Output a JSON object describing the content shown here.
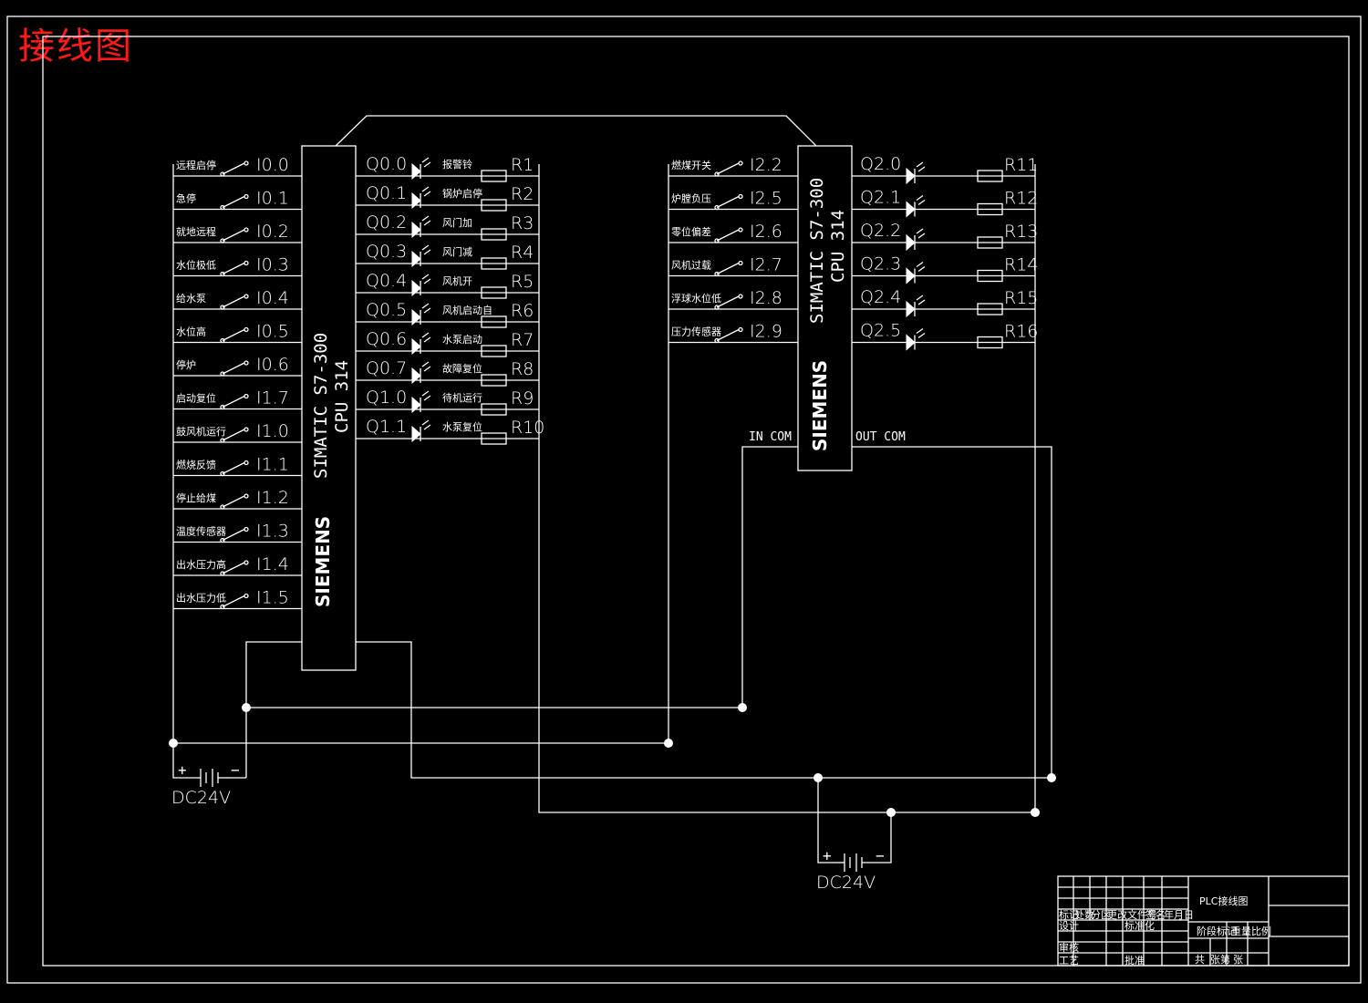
{
  "title": "接线图",
  "plc_left": {
    "model": "SIMATIC S7-300",
    "cpu": "CPU 314",
    "brand": "SIEMENS",
    "inputs": [
      {
        "label": "远程启停",
        "addr": "I0.0"
      },
      {
        "label": "急停",
        "addr": "I0.1"
      },
      {
        "label": "就地远程",
        "addr": "I0.2"
      },
      {
        "label": "水位极低",
        "addr": "I0.3"
      },
      {
        "label": "给水泵",
        "addr": "I0.4"
      },
      {
        "label": "水位高",
        "addr": "I0.5"
      },
      {
        "label": "停炉",
        "addr": "I0.6"
      },
      {
        "label": "启动复位",
        "addr": "I1.7"
      },
      {
        "label": "鼓风机运行",
        "addr": "I1.0"
      },
      {
        "label": "燃烧反馈",
        "addr": "I1.1"
      },
      {
        "label": "停止给煤",
        "addr": "I1.2"
      },
      {
        "label": "温度传感器",
        "addr": "I1.3"
      },
      {
        "label": "出水压力高",
        "addr": "I1.4"
      },
      {
        "label": "出水压力低",
        "addr": "I1.5"
      }
    ],
    "outputs": [
      {
        "addr": "Q0.0",
        "label": "报警铃",
        "r": "R1"
      },
      {
        "addr": "Q0.1",
        "label": "锅炉启停",
        "r": "R2"
      },
      {
        "addr": "Q0.2",
        "label": "风门加",
        "r": "R3"
      },
      {
        "addr": "Q0.3",
        "label": "风门减",
        "r": "R4"
      },
      {
        "addr": "Q0.4",
        "label": "风机开",
        "r": "R5"
      },
      {
        "addr": "Q0.5",
        "label": "风机启动自",
        "r": "R6"
      },
      {
        "addr": "Q0.6",
        "label": "水泵启动",
        "r": "R7"
      },
      {
        "addr": "Q0.7",
        "label": "故障复位",
        "r": "R8"
      },
      {
        "addr": "Q1.0",
        "label": "待机运行",
        "r": "R9"
      },
      {
        "addr": "Q1.1",
        "label": "水泵复位",
        "r": "R10"
      }
    ]
  },
  "plc_right": {
    "model": "SIMATIC S7-300",
    "cpu": "CPU 314",
    "brand": "SIEMENS",
    "in_com": "IN COM",
    "out_com": "OUT COM",
    "inputs": [
      {
        "label": "燃煤开关",
        "addr": "I2.2"
      },
      {
        "label": "炉膛负压",
        "addr": "I2.5"
      },
      {
        "label": "零位偏差",
        "addr": "I2.6"
      },
      {
        "label": "风机过载",
        "addr": "I2.7"
      },
      {
        "label": "浮球水位低",
        "addr": "I2.8"
      },
      {
        "label": "压力传感器",
        "addr": "I2.9"
      }
    ],
    "outputs": [
      {
        "addr": "Q2.0",
        "r": "R11"
      },
      {
        "addr": "Q2.1",
        "r": "R12"
      },
      {
        "addr": "Q2.2",
        "r": "R13"
      },
      {
        "addr": "Q2.3",
        "r": "R14"
      },
      {
        "addr": "Q2.4",
        "r": "R15"
      },
      {
        "addr": "Q2.5",
        "r": "R16"
      }
    ]
  },
  "power": {
    "left": "DC24V",
    "right": "DC24V",
    "plus": "+",
    "minus": "−"
  },
  "title_block": {
    "name": "PLC接线图",
    "row1": [
      "标记",
      "处数",
      "分区",
      "更改文件号",
      "签名",
      "年月日"
    ],
    "row2": [
      "设计",
      "标准化"
    ],
    "row3": [
      "阶段标记",
      "重量",
      "比例"
    ],
    "row4": [
      "审核"
    ],
    "row5": [
      "工艺",
      "批准",
      "共",
      "张",
      "第",
      "张"
    ]
  }
}
